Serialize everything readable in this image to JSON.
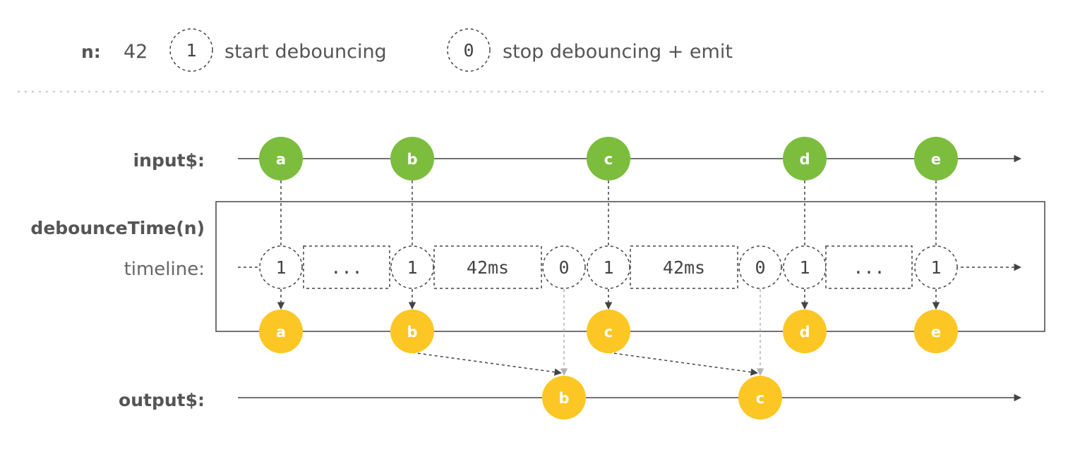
{
  "legend": {
    "n_label": "n:",
    "n_value": "42",
    "start_symbol": "1",
    "start_text": "start debouncing",
    "stop_symbol": "0",
    "stop_text": "stop debouncing + emit"
  },
  "labels": {
    "input": "input$:",
    "operator": "debounceTime(n)",
    "timeline": "timeline:",
    "output": "output$:"
  },
  "input_events": [
    "a",
    "b",
    "c",
    "d",
    "e"
  ],
  "operator_outputs": [
    "a",
    "b",
    "c",
    "d",
    "e"
  ],
  "timeline_items": [
    {
      "kind": "start",
      "text": "1"
    },
    {
      "kind": "box",
      "text": "..."
    },
    {
      "kind": "start",
      "text": "1"
    },
    {
      "kind": "box",
      "text": "42ms"
    },
    {
      "kind": "stop",
      "text": "0"
    },
    {
      "kind": "start",
      "text": "1"
    },
    {
      "kind": "box",
      "text": "42ms"
    },
    {
      "kind": "stop",
      "text": "0"
    },
    {
      "kind": "start",
      "text": "1"
    },
    {
      "kind": "box",
      "text": "..."
    },
    {
      "kind": "start",
      "text": "1"
    }
  ],
  "output_events": [
    "b",
    "c"
  ],
  "colors": {
    "input_ball": "#7cbd3e",
    "output_ball": "#fcc724",
    "line": "#444444",
    "gray_arrow": "#b3b3b3"
  }
}
